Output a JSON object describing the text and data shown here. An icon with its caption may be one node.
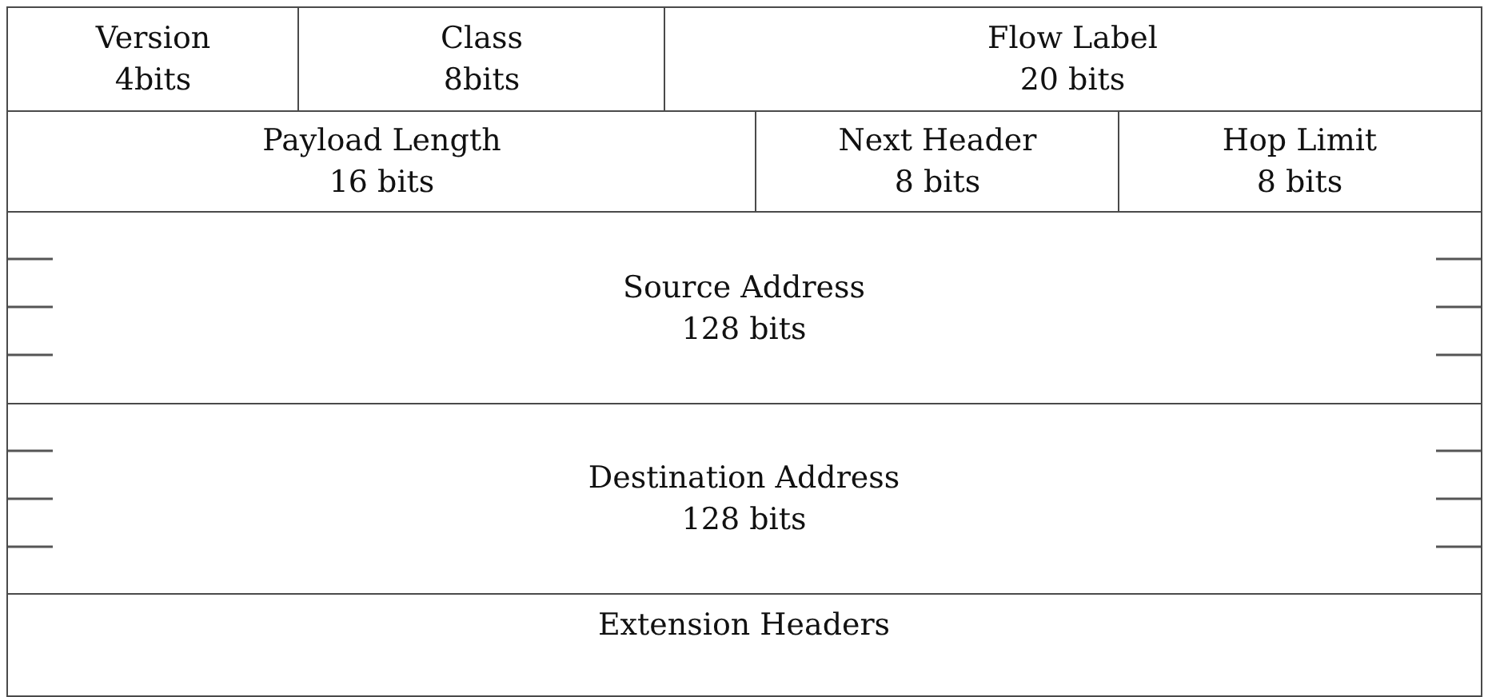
{
  "diagram": {
    "nodes": [
      {
        "text": [
          "Version",
          "4bits"
        ]
      },
      {
        "text": [
          "Class",
          "8bits"
        ]
      },
      {
        "text": [
          "Flow Label",
          "20 bits"
        ]
      },
      {
        "text": [
          "Payload Length",
          "16 bits"
        ]
      },
      {
        "text": [
          "Next Header",
          "8 bits"
        ]
      },
      {
        "text": [
          "Hop Limit",
          "8 bits"
        ]
      },
      {
        "text": [
          "Source Address",
          "128 bits"
        ]
      },
      {
        "text": [
          "Destination Address",
          "128 bits"
        ]
      },
      {
        "text": [
          "Extension Headers"
        ]
      }
    ]
  }
}
